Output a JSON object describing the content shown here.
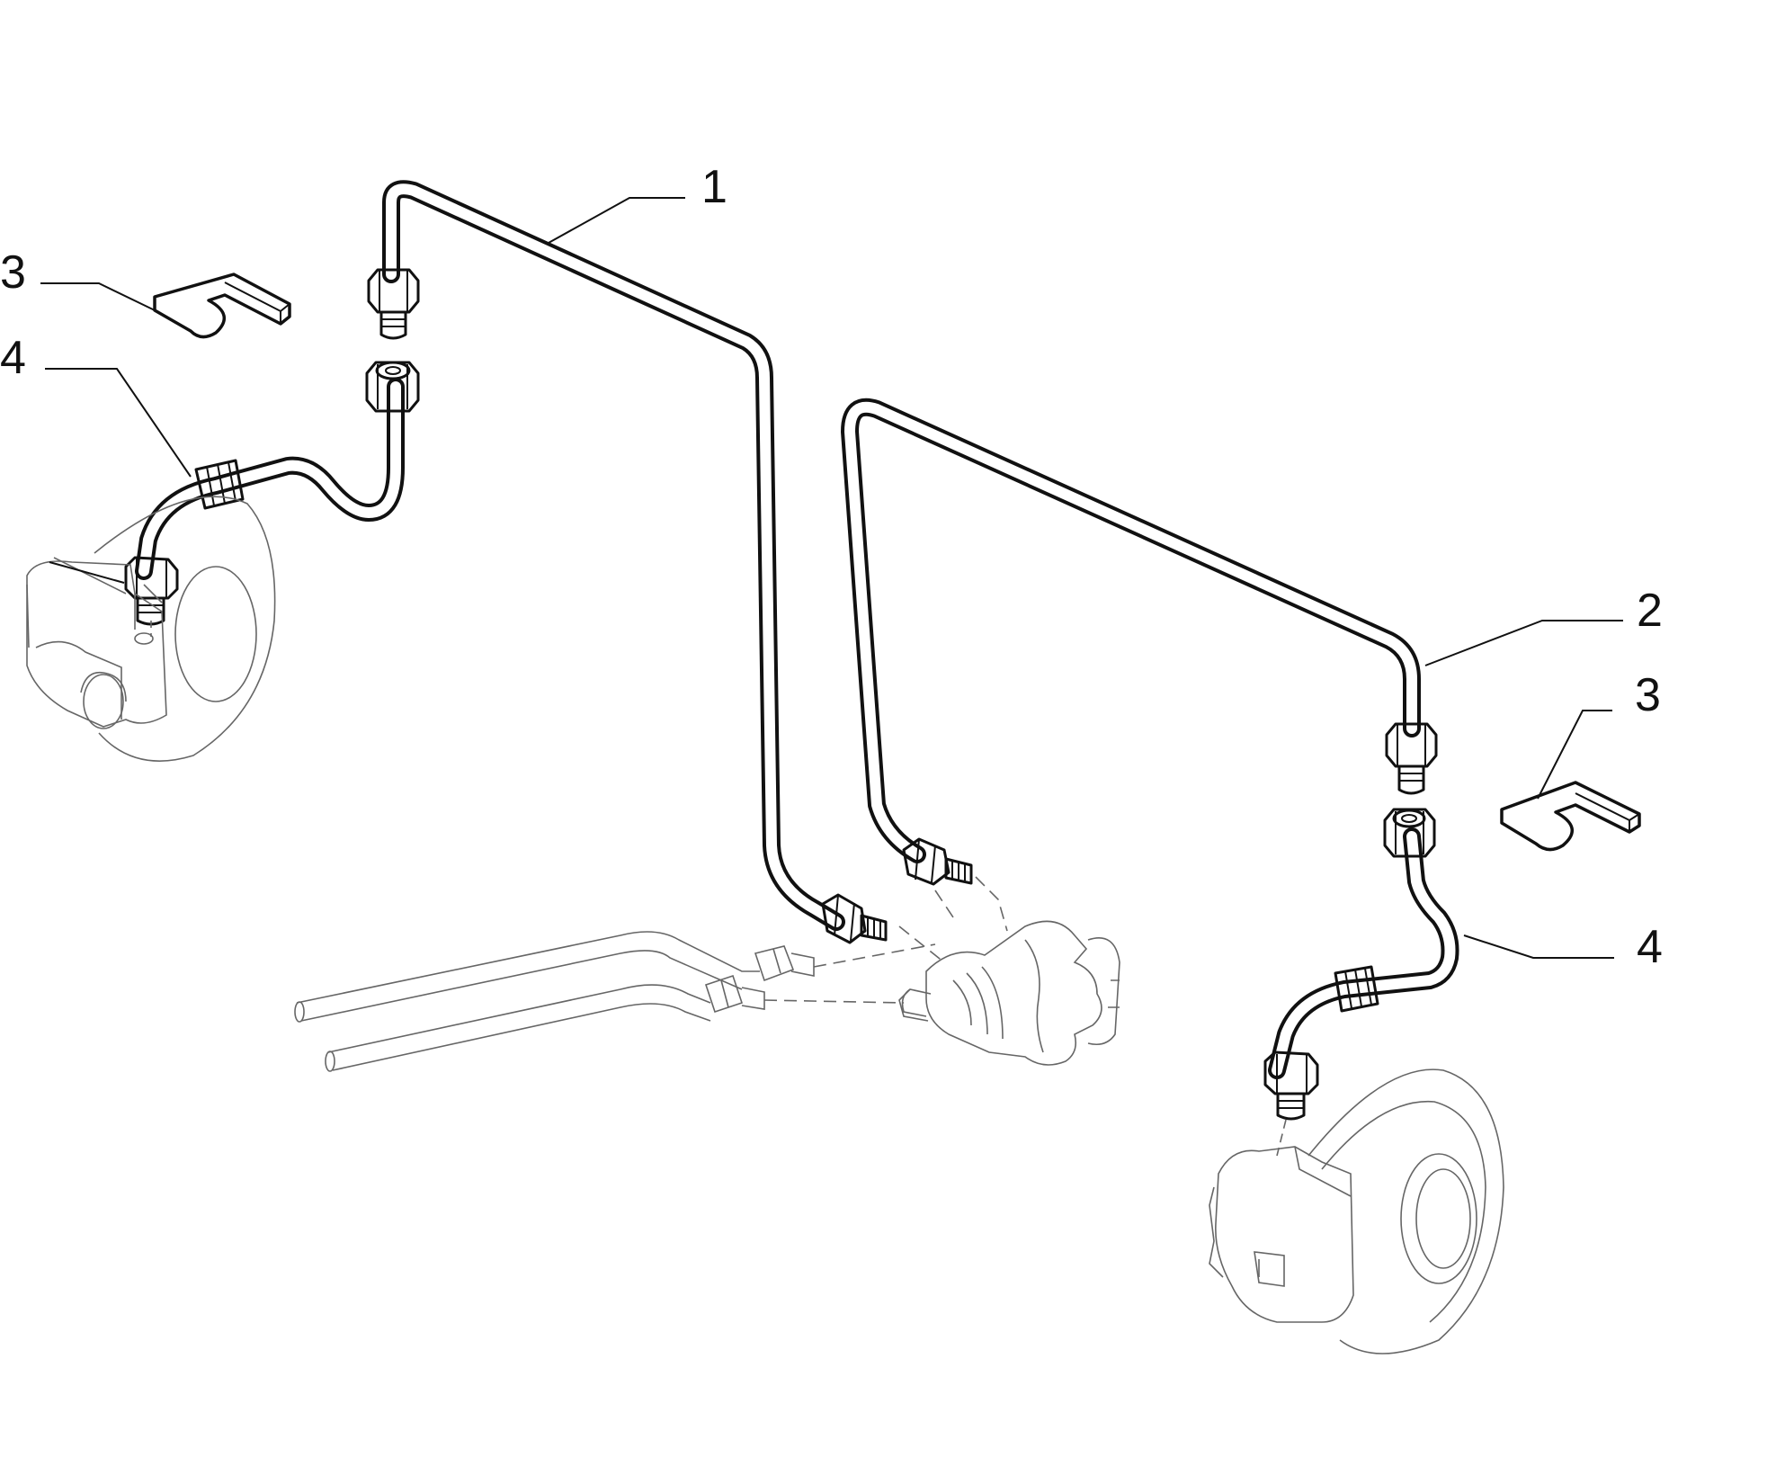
{
  "callouts": [
    {
      "id": "c1",
      "label": "1"
    },
    {
      "id": "c2",
      "label": "2"
    },
    {
      "id": "c3a",
      "label": "3"
    },
    {
      "id": "c3b",
      "label": "3"
    },
    {
      "id": "c4a",
      "label": "4"
    },
    {
      "id": "c4b",
      "label": "4"
    }
  ],
  "colors": {
    "ink": "#111111",
    "faint": "#666666",
    "background": "#ffffff"
  }
}
